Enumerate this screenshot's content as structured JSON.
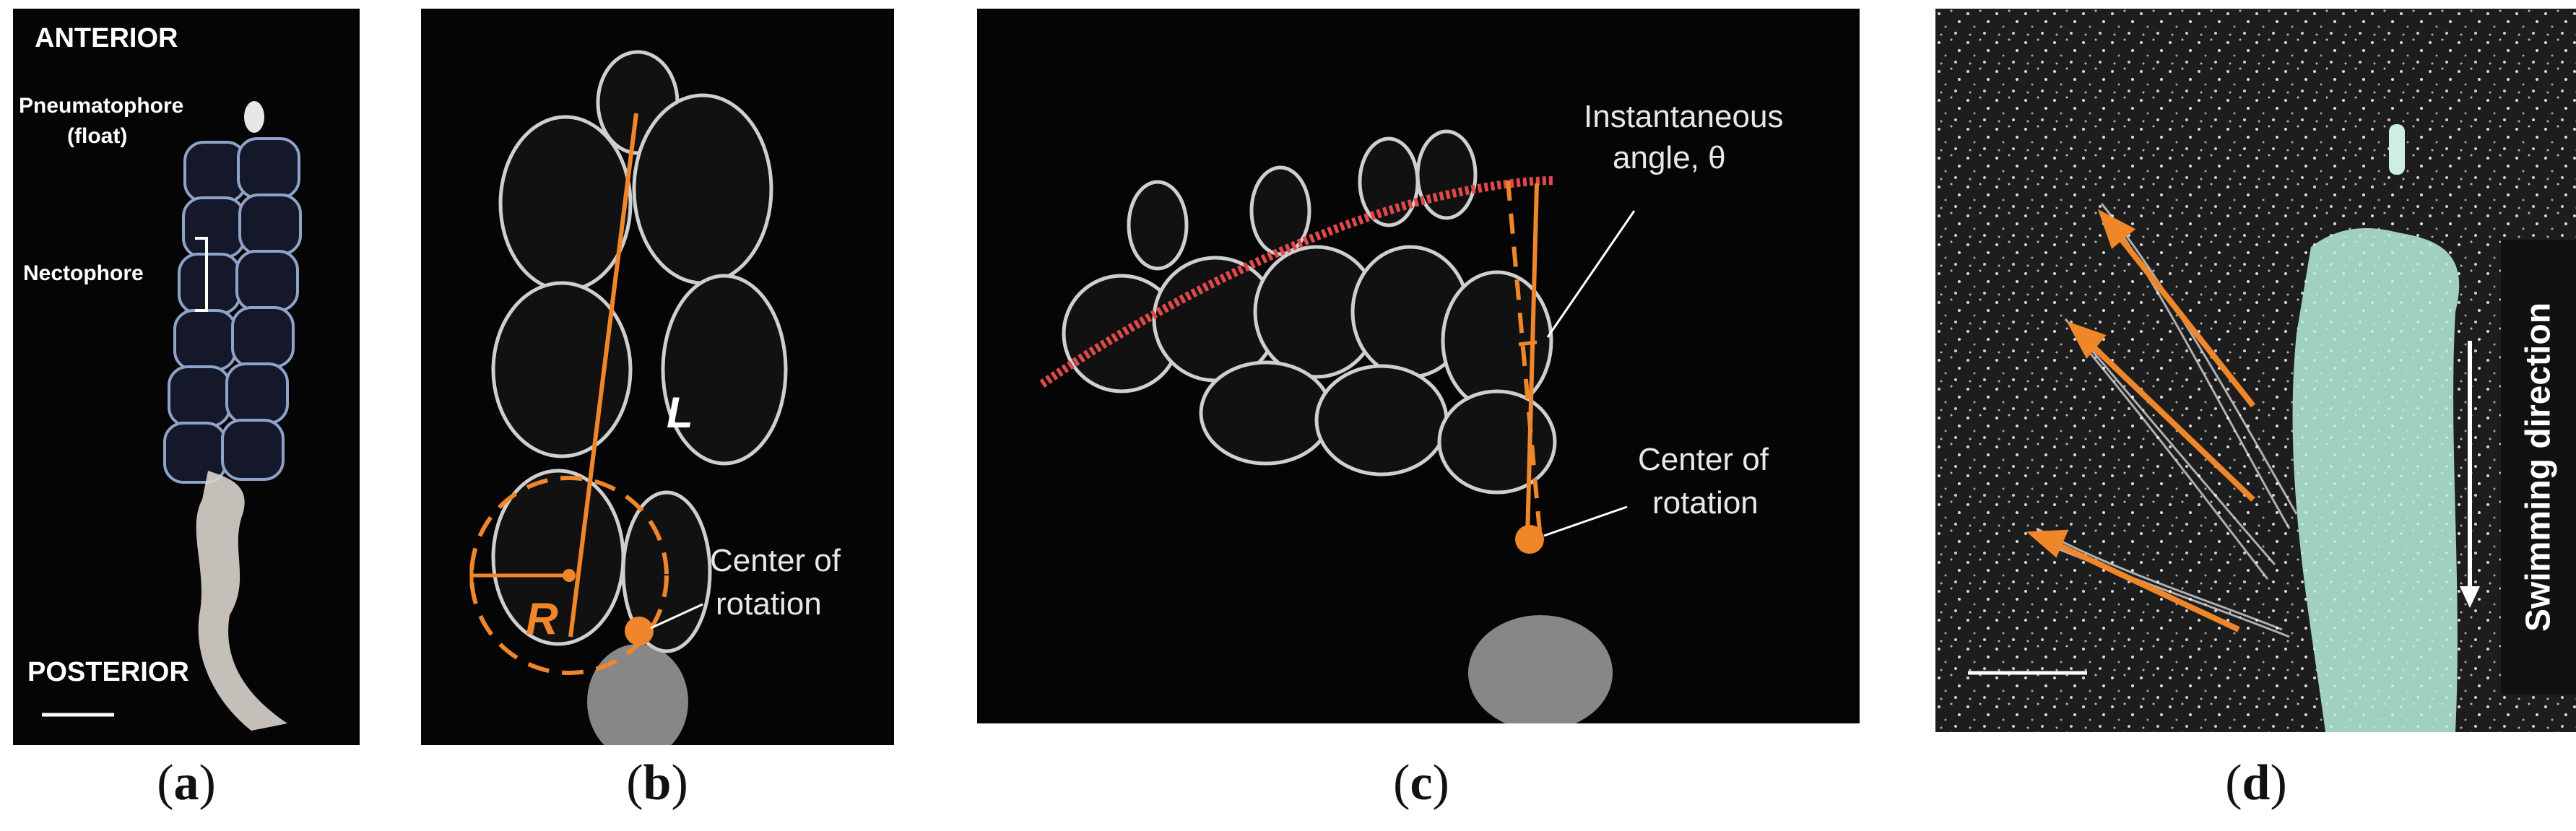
{
  "colors": {
    "accent_orange": "#f0862a",
    "trace_red": "#e0484a",
    "panel_bg": "#050505",
    "animal_tint_d": "#b9f0dc"
  },
  "panel_a": {
    "anterior": "ANTERIOR",
    "pneumatophore": "Pneumatophore",
    "float": "(float)",
    "nectophore": "Nectophore",
    "posterior": "POSTERIOR"
  },
  "panel_b": {
    "L": "L",
    "R": "R",
    "center_line1": "Center of",
    "center_line2": "rotation"
  },
  "panel_c": {
    "angle_line1": "Instantaneous",
    "angle_line2": "angle, θ",
    "center_line1": "Center of",
    "center_line2": "rotation"
  },
  "panel_d": {
    "swimming_direction": "Swimming direction"
  },
  "captions": [
    {
      "open": "(",
      "letter": "a",
      "close": ")"
    },
    {
      "open": "(",
      "letter": "b",
      "close": ")"
    },
    {
      "open": "(",
      "letter": "c",
      "close": ")"
    },
    {
      "open": "(",
      "letter": "d",
      "close": ")"
    }
  ]
}
